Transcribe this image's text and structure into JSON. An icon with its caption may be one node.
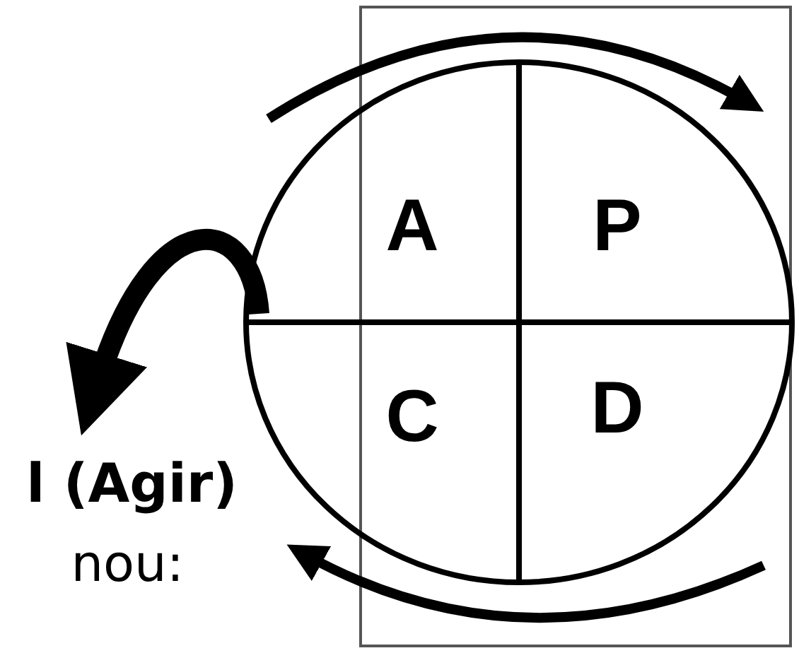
{
  "diagram": {
    "nodes": [
      {
        "text": [],
        "shape": "circle"
      },
      {
        "text": [
          "A"
        ],
        "in": 0
      },
      {
        "text": [
          "P"
        ],
        "in": 0
      },
      {
        "text": [
          "C"
        ],
        "in": 0
      },
      {
        "text": [
          "D"
        ],
        "in": 0
      },
      {
        "text": [
          "l (Agir)"
        ]
      }
    ],
    "edges": [
      {
        "from": 0,
        "to": 5,
        "arrow": "to"
      }
    ],
    "labels": [
      "nou:"
    ]
  }
}
